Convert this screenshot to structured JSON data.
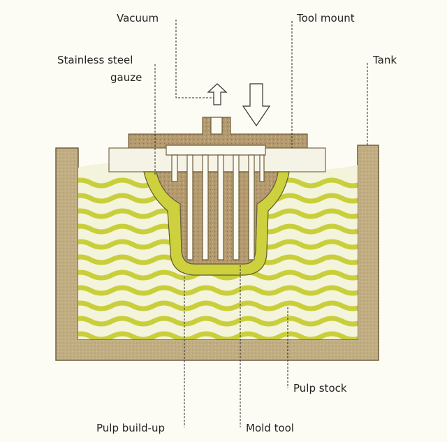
{
  "labels": {
    "vacuum": "Vacuum",
    "tool_mount": "Tool mount",
    "gauze_line1": "Stainless steel",
    "gauze_line2": "gauze",
    "tank": "Tank",
    "pulp_stock": "Pulp stock",
    "pulp_buildup": "Pulp build-up",
    "mold_tool": "Mold tool"
  },
  "colors": {
    "background": "#fdfcf4",
    "tank_wall": "#c2ae83",
    "tank_edge": "#6e5e3e",
    "mount": "#b49a6e",
    "mount_speckle": "#8c7248",
    "mold_plate": "#f5f3e6",
    "pulp": "#f4f3dc",
    "pulp_waves": "#c9cf3a",
    "mold_interior": "#957c56",
    "leader_line": "#2a2a2a"
  }
}
